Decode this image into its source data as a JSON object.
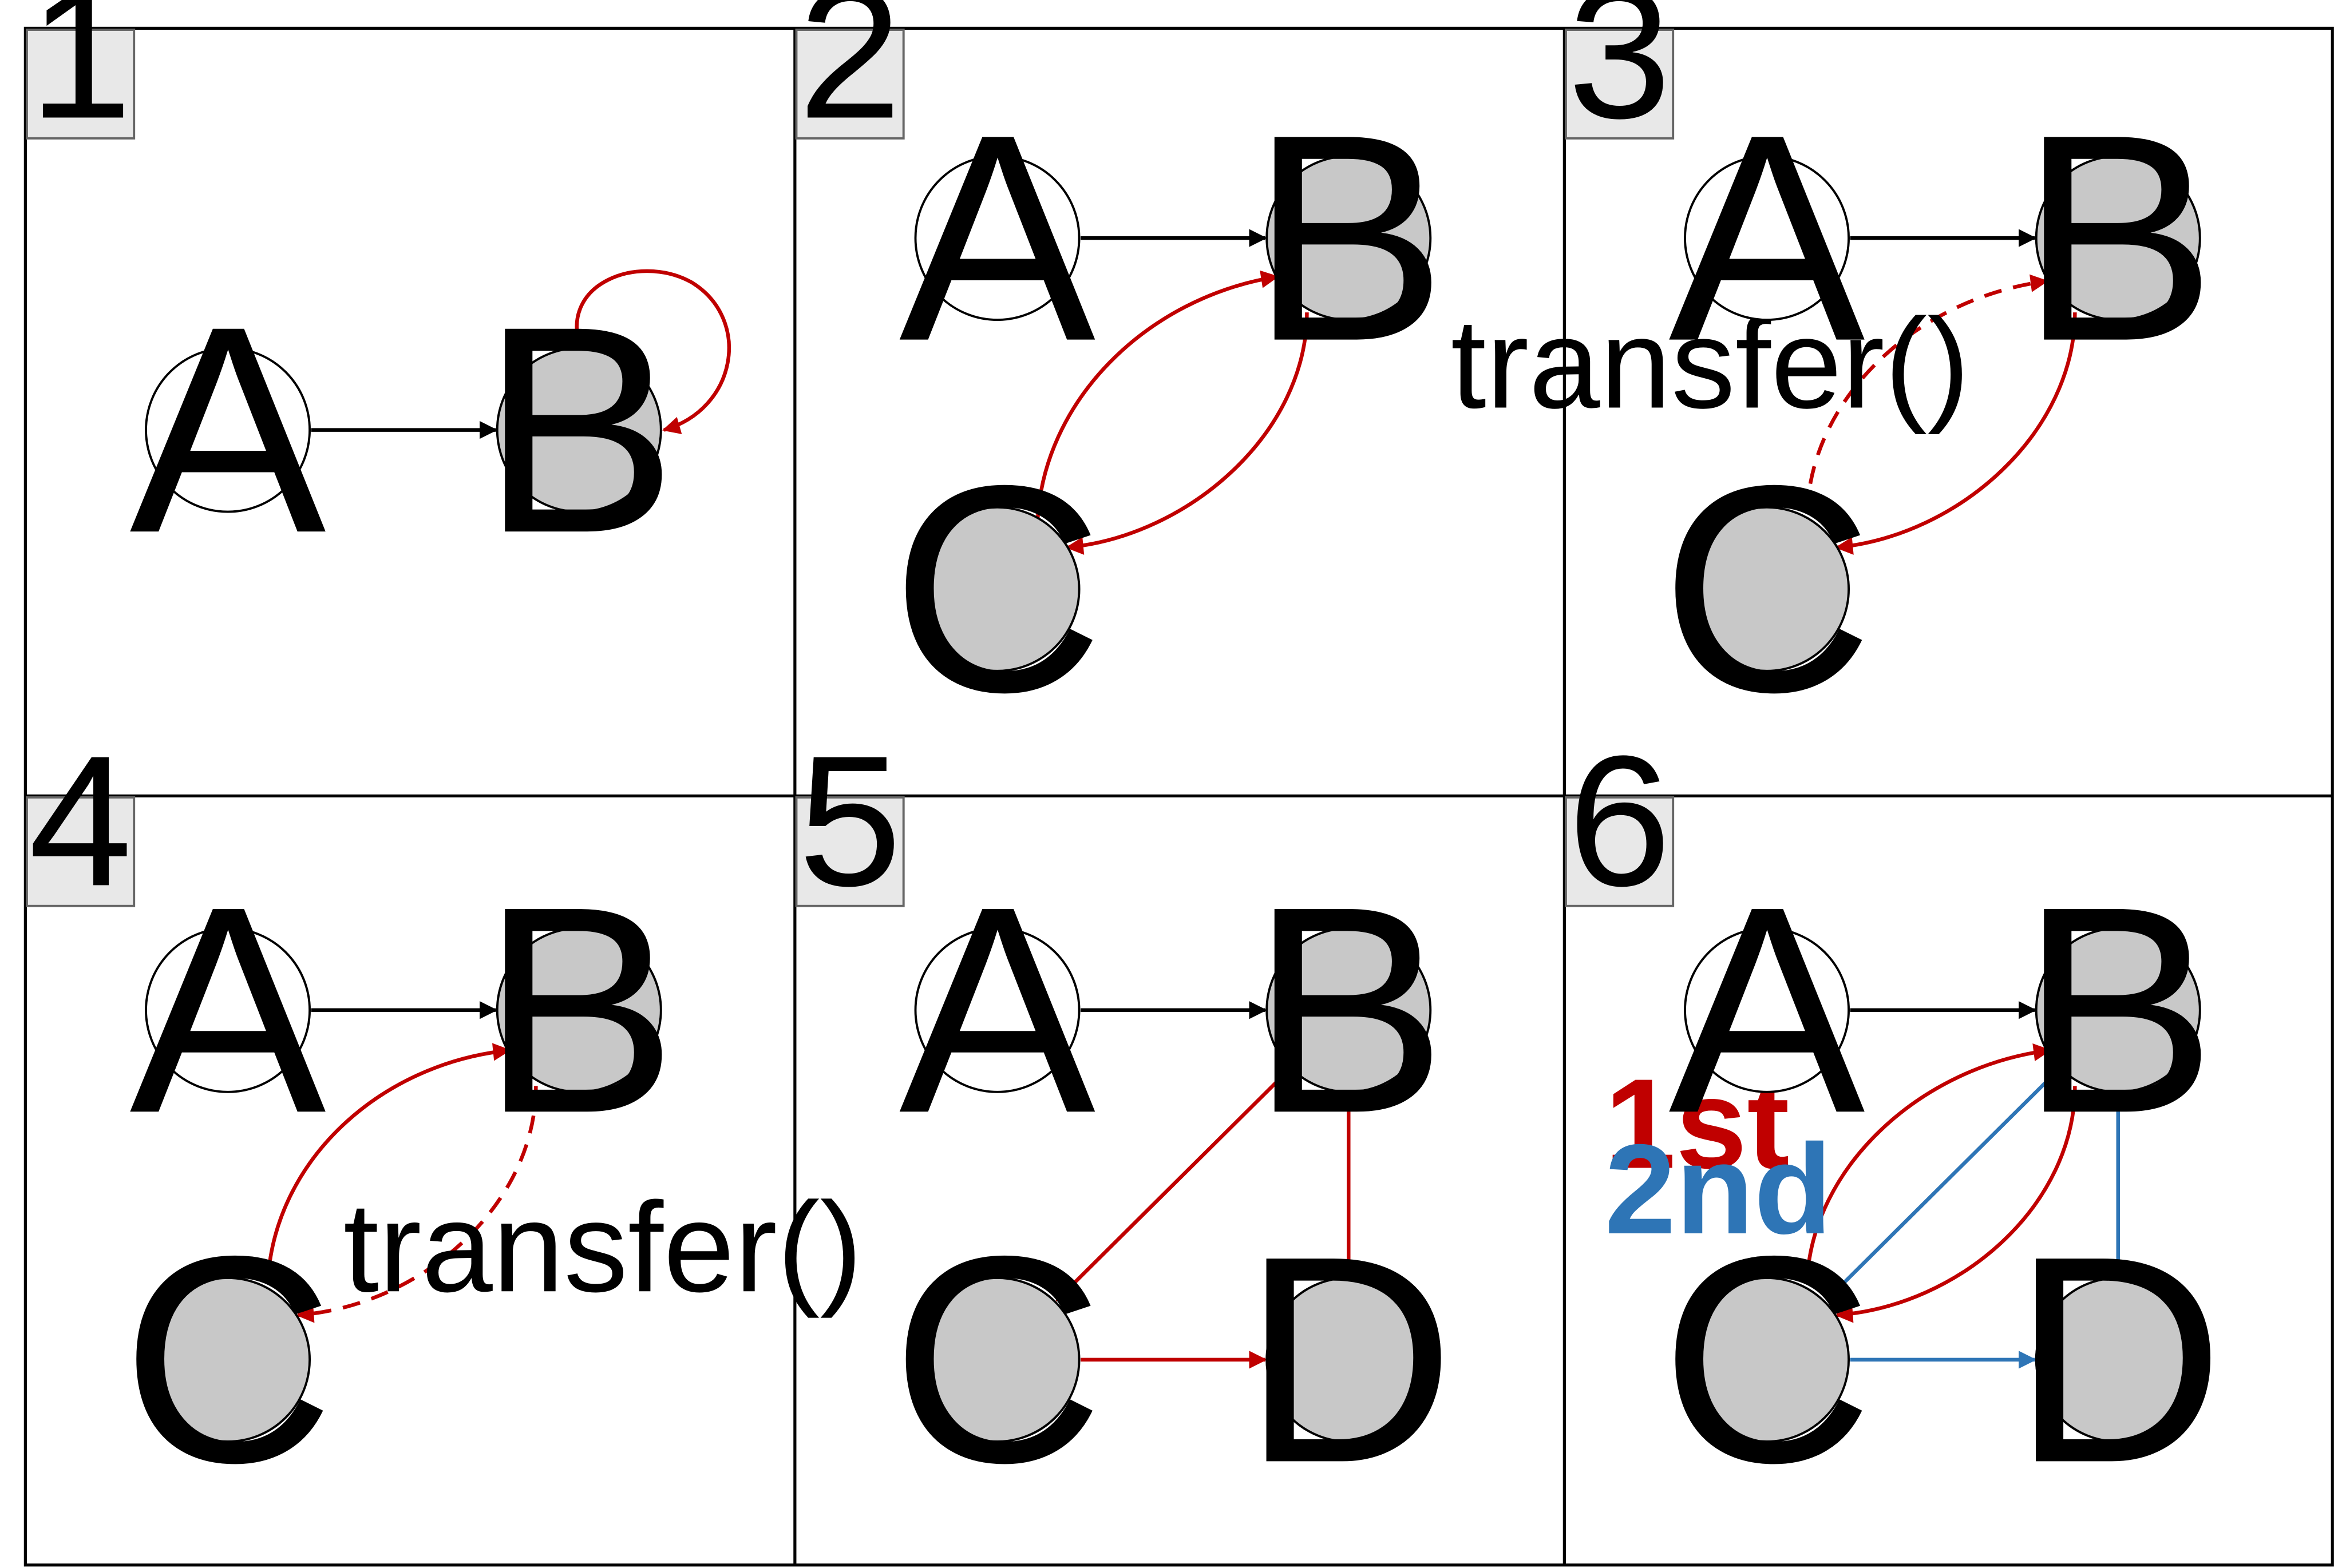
{
  "colors": {
    "edge_default": "#000000",
    "edge_red": "#c00000",
    "edge_blue": "#2e75b6",
    "node_white": "#ffffff",
    "node_gray": "#c8c8c8",
    "label_box": "#e8e8e8"
  },
  "legend": {
    "first": "1st",
    "second": "2nd"
  },
  "panels": [
    {
      "number": "1",
      "annotation": ""
    },
    {
      "number": "2",
      "annotation": ""
    },
    {
      "number": "3",
      "annotation": "transfer()"
    },
    {
      "number": "4",
      "annotation": "transfer()"
    },
    {
      "number": "5",
      "annotation": ""
    },
    {
      "number": "6",
      "annotation": ""
    }
  ],
  "nodes": {
    "p1": {
      "A": "A",
      "B": "B"
    },
    "p2": {
      "A": "A",
      "B": "B",
      "C": "C"
    },
    "p3": {
      "A": "A",
      "B": "B",
      "C": "C"
    },
    "p4": {
      "A": "A",
      "B": "B",
      "C": "C"
    },
    "p5": {
      "A": "A",
      "B": "B",
      "C": "C",
      "D": "D"
    },
    "p6": {
      "A": "A",
      "B": "B",
      "C": "C",
      "D": "D"
    }
  }
}
